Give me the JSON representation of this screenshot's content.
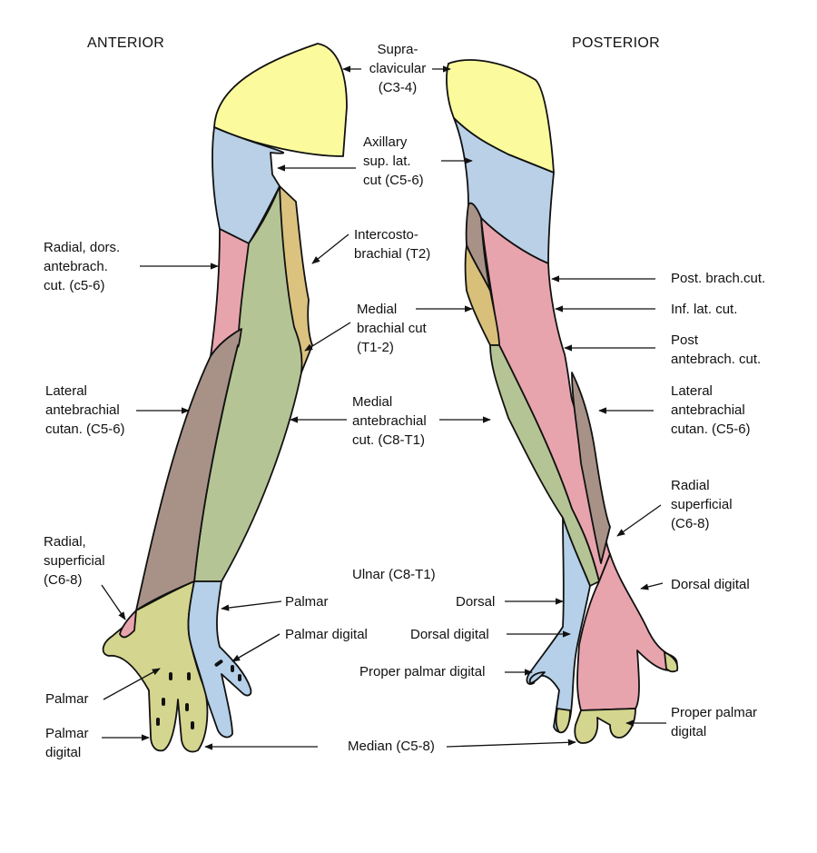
{
  "headings": {
    "anterior": "ANTERIOR",
    "posterior": "POSTERIOR"
  },
  "colors": {
    "supraclavicular": "#fbfb9e",
    "axillary": "#b9d0e6",
    "radial_dorsal": "#e8a4ad",
    "lateral_antebrachial": "#a89287",
    "medial_antebrachial": "#b5c494",
    "intercostobrachial": "#dbc27f",
    "medial_brachial": "#d8c07a",
    "median": "#d4d58e",
    "ulnar": "#b5d0e8",
    "outline": "#111111",
    "text": "#111111"
  },
  "center_labels": {
    "supraclavicular": [
      "Supra-",
      "clavicular",
      "(C3-4)"
    ],
    "axillary": [
      "Axillary",
      "sup. lat.",
      "cut (C5-6)"
    ],
    "intercostobrachial": [
      "Intercosto-",
      "brachial (T2)"
    ],
    "medial_brachial": [
      "Medial",
      "brachial cut",
      "(T1-2)"
    ],
    "medial_antebrachial": [
      "Medial",
      "antebrachial",
      "cut. (C8-T1)"
    ],
    "ulnar": "Ulnar (C8-T1)",
    "median": "Median (C5-8)"
  },
  "anterior_labels": {
    "radial_dors": [
      "Radial, dors.",
      "antebrach.",
      "cut. (c5-6)"
    ],
    "lateral_antebrachial": [
      "Lateral",
      "antebrachial",
      "cutan. (C5-6)"
    ],
    "radial_superficial": [
      "Radial,",
      "superficial",
      "(C6-8)"
    ],
    "palmar_hand": "Palmar",
    "palmar_digital_hand": [
      "Palmar",
      "digital"
    ],
    "palmar_ulnar": "Palmar",
    "palmar_digital_ulnar": "Palmar digital"
  },
  "posterior_labels": {
    "post_brach": "Post. brach.cut.",
    "inf_lat": "Inf. lat. cut.",
    "post_antebrach": [
      "Post",
      "antebrach. cut."
    ],
    "lateral_antebrachial": [
      "Lateral",
      "antebrachial",
      "cutan. (C5-6)"
    ],
    "radial_superficial": [
      "Radial",
      "superficial",
      "(C6-8)"
    ],
    "dorsal_digital_radial": "Dorsal digital",
    "dorsal": "Dorsal",
    "dorsal_digital": "Dorsal digital",
    "proper_palmar_digital": "Proper palmar digital",
    "proper_palmar_digital_right": [
      "Proper palmar",
      "digital"
    ]
  }
}
